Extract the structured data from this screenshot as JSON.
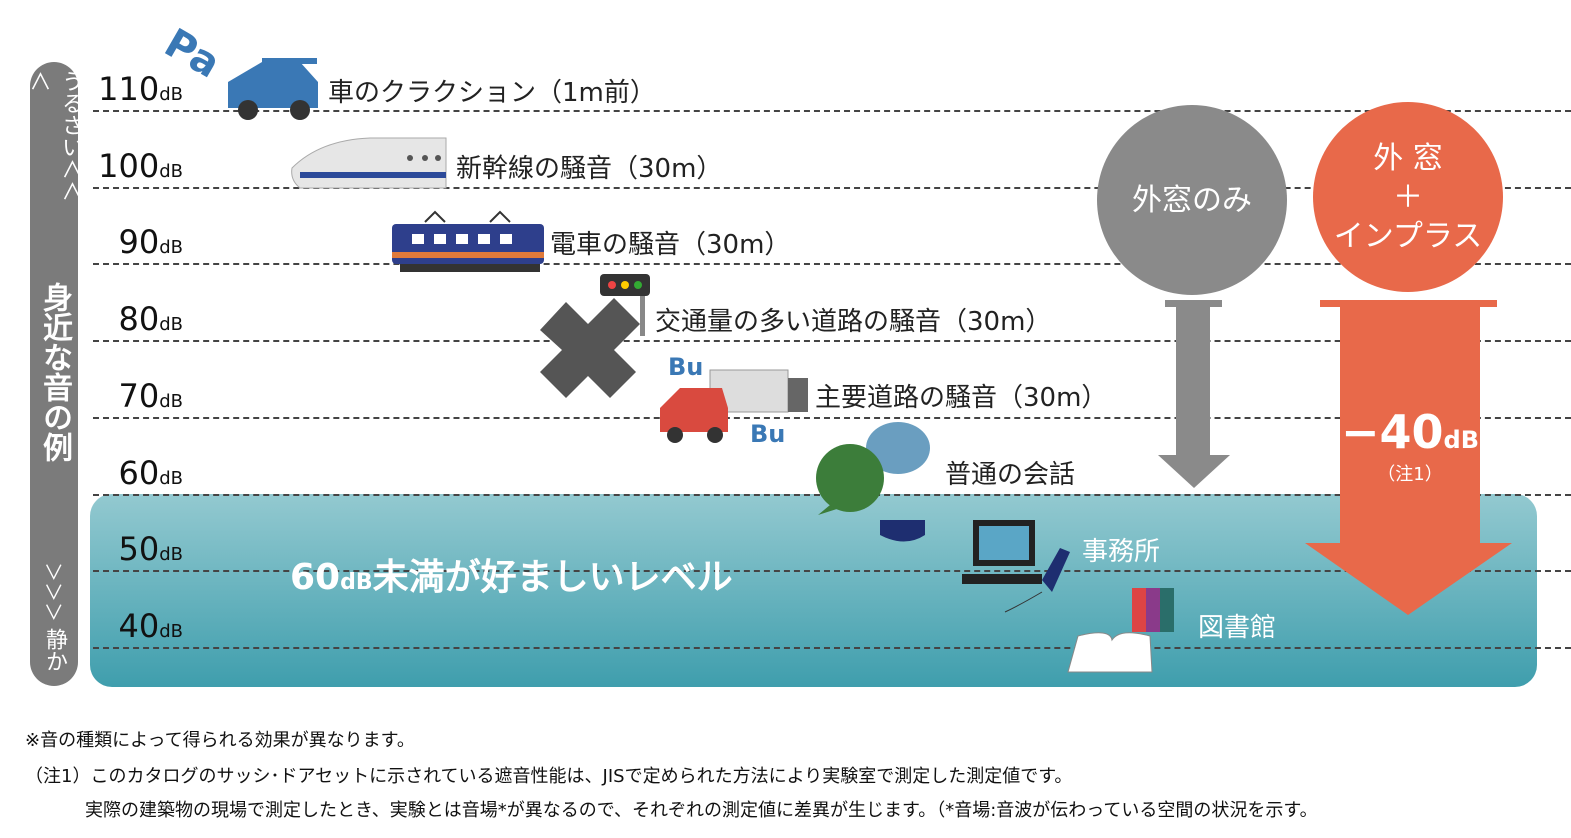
{
  "side": {
    "loud": "うるさい＜＜＜",
    "title": "身近な音の例",
    "quiet_arrows": "＞＞＞",
    "quiet": "静か"
  },
  "levels": [
    {
      "value": "110",
      "unit": "dB"
    },
    {
      "value": "100",
      "unit": "dB"
    },
    {
      "value": "90",
      "unit": "dB"
    },
    {
      "value": "80",
      "unit": "dB"
    },
    {
      "value": "70",
      "unit": "dB"
    },
    {
      "value": "60",
      "unit": "dB"
    },
    {
      "value": "50",
      "unit": "dB"
    },
    {
      "value": "40",
      "unit": "dB"
    }
  ],
  "examples": [
    {
      "label": "車のクラクション（1m前）",
      "icon": "car-horn-icon",
      "badge": "Pa"
    },
    {
      "label": "新幹線の騒音（30m）",
      "icon": "bullet-train-icon"
    },
    {
      "label": "電車の騒音（30m）",
      "icon": "train-icon"
    },
    {
      "label": "交通量の多い道路の騒音（30m）",
      "icon": "intersection-icon"
    },
    {
      "label": "主要道路の騒音（30m）",
      "icon": "truck-car-icon",
      "badge": "Bu"
    },
    {
      "label": "普通の会話",
      "icon": "speech-bubbles-icon"
    },
    {
      "label": "事務所",
      "icon": "office-computer-icon"
    },
    {
      "label": "図書館",
      "icon": "library-books-icon"
    }
  ],
  "preferred_zone": {
    "label_num": "60",
    "label_unit": "dB",
    "label_rest": "未満が好ましいレベル"
  },
  "comparison": {
    "outer_only": "外窓のみ",
    "outer_plus": {
      "line1": "外 窓",
      "plus": "＋",
      "line2": "インプラス"
    },
    "reduction_value": "−40",
    "reduction_unit": "dB",
    "reduction_note": "（注1）"
  },
  "colors": {
    "orange": "#e8694a",
    "gray": "#8a8a8a",
    "teal": "#4aa3b1"
  },
  "notes": [
    "※音の種類によって得られる効果が異なります。",
    "（注1）このカタログのサッシ･ドアセットに示されている遮音性能は、JISで定められた方法により実験室で測定した測定値です。",
    "実際の建築物の現場で測定したとき、実験とは音場*が異なるので、それぞれの測定値に差異が生じます。（*音場:音波が伝わっている空間の状況を示す。"
  ]
}
